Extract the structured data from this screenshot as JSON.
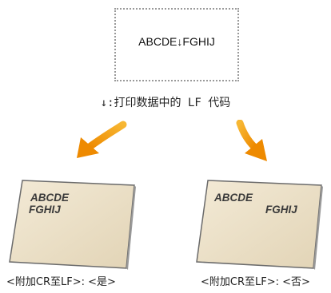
{
  "source": {
    "text": "ABCDE↓FGHIJ"
  },
  "caption": "↓:打印数据中的 LF 代码",
  "outputs": [
    {
      "line1": "ABCDE",
      "line2": "FGHIJ",
      "label": "<附加CR至LF>: <是>"
    },
    {
      "line1": "ABCDE",
      "line2": "FGHIJ",
      "label": "<附加CR至LF>: <否>"
    }
  ],
  "colors": {
    "arrow": "#f39800",
    "paper_fill": "#ede2cc",
    "paper_border": "#6b6b6b",
    "dotted_border": "#9a9a9a"
  }
}
